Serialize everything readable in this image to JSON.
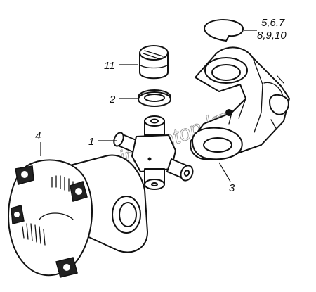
{
  "diagram": {
    "callouts": [
      {
        "id": "cardan-cross",
        "text": "1"
      },
      {
        "id": "seal",
        "text": "2"
      },
      {
        "id": "yoke",
        "text": "3"
      },
      {
        "id": "flange-yoke",
        "text": "4"
      },
      {
        "id": "retaining-ring-line1",
        "text": "5,6,7"
      },
      {
        "id": "retaining-ring-line2",
        "text": "8,9,10"
      },
      {
        "id": "needle-bearing",
        "text": "11"
      }
    ],
    "watermark": "www.simirontop.kz"
  }
}
